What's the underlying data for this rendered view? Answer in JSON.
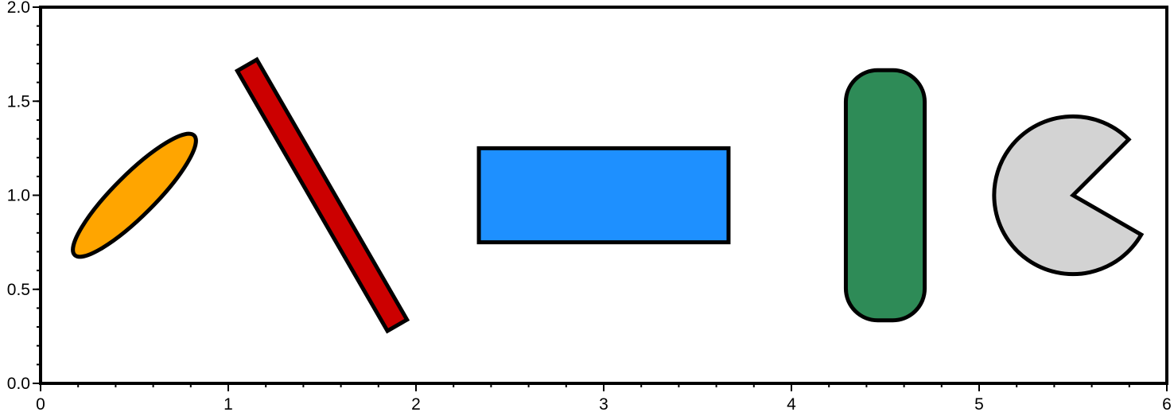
{
  "chart_data": {
    "type": "diagram",
    "title": "",
    "xlabel": "",
    "ylabel": "",
    "xlim": [
      0,
      6
    ],
    "ylim": [
      0,
      2
    ],
    "grid": false,
    "x_ticks": {
      "major": [
        0,
        1,
        2,
        3,
        4,
        5,
        6
      ],
      "labels": [
        "0",
        "1",
        "2",
        "3",
        "4",
        "5",
        "6"
      ],
      "minor_step": 0.2
    },
    "y_ticks": {
      "major": [
        0.0,
        0.5,
        1.0,
        1.5,
        2.0
      ],
      "labels": [
        "0.0",
        "0.5",
        "1.0",
        "1.5",
        "2.0"
      ],
      "minor_step": 0.1
    },
    "shapes": [
      {
        "name": "ellipse",
        "kind": "ellipse",
        "x": 0.5,
        "y": 1.0,
        "angle_deg": 45,
        "major": 0.9,
        "minor": 0.22,
        "fill": "#ffa500",
        "stroke": "#000000"
      },
      {
        "name": "rotated-rectangle",
        "kind": "rotated-rectangle",
        "x": 1.5,
        "y": 1.0,
        "angle_deg": 60,
        "width": 1.6,
        "height": 0.12,
        "fill": "#cc0000",
        "stroke": "#000000"
      },
      {
        "name": "rectangle",
        "kind": "rectangle",
        "x": 3.0,
        "y": 1.0,
        "width": 1.33,
        "height": 0.5,
        "fill": "#1e90ff",
        "stroke": "#000000"
      },
      {
        "name": "rounded-rectangle",
        "kind": "rounded-rectangle",
        "x": 4.5,
        "y": 1.0,
        "width": 0.42,
        "height": 1.33,
        "corner_radius": 0.17,
        "fill": "#2e8b57",
        "stroke": "#000000"
      },
      {
        "name": "wedge",
        "kind": "wedge",
        "x": 5.5,
        "y": 1.0,
        "radius": 0.42,
        "start_angle_deg": 45,
        "end_angle_deg": 330,
        "fill": "#d3d3d3",
        "stroke": "#000000"
      }
    ]
  }
}
